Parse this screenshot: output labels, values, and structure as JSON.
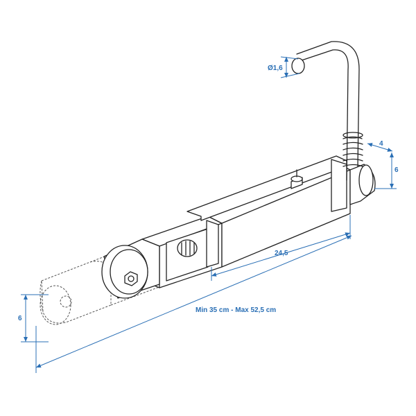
{
  "colors": {
    "dimension": "#2a6fb5",
    "drawing": "#222222"
  },
  "dimensions": {
    "handle_diameter": "Ø1,6",
    "bracket_depth": "4",
    "bracket_height": "6",
    "tube_length": "24,5",
    "total_length": "Min 35 cm - Max 52,5 cm",
    "eye_height": "6"
  }
}
